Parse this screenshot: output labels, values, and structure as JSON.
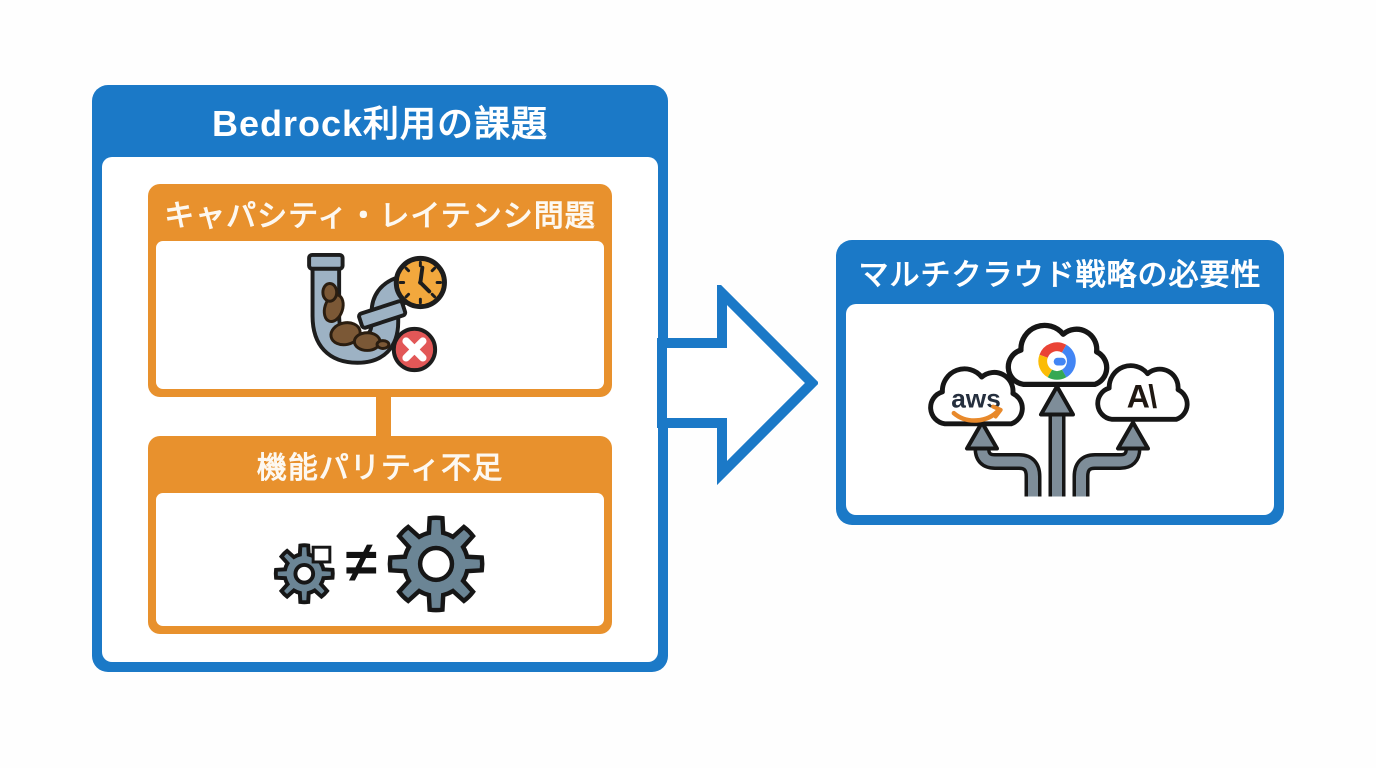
{
  "page": {
    "background": "#ffffff"
  },
  "palette": {
    "blue": "#1b79c7",
    "orange": "#e8912d",
    "header_text": "#ffffff",
    "pipe_slate": "#9db2c4",
    "clog_brown": "#7b5836",
    "clock_orange": "#f2a83d",
    "error_red": "#e25757",
    "gear_gray": "#6b8595",
    "arrow_gray": "#7e8d99",
    "aws_navy": "#252f3e",
    "aws_smile": "#e8892b",
    "google_blue": "#4285f4",
    "google_red": "#ea4335",
    "google_yellow": "#fbbc05",
    "google_green": "#34a853",
    "anthropic_dark": "#201812"
  },
  "left_panel": {
    "title": "Bedrock利用の課題",
    "boxes": [
      {
        "title": "キャパシティ・レイテンシ問題",
        "icon": "clogged-pipe-with-clock-and-error"
      },
      {
        "title": "機能パリティ不足",
        "icon": "mismatched-gears",
        "symbol": "≠"
      }
    ]
  },
  "flow_arrow": {
    "direction": "right"
  },
  "right_panel": {
    "title": "マルチクラウド戦略の必要性",
    "providers": [
      {
        "name": "aws",
        "label": "aws"
      },
      {
        "name": "google-cloud",
        "label": ""
      },
      {
        "name": "anthropic",
        "label": "A\\"
      }
    ]
  }
}
